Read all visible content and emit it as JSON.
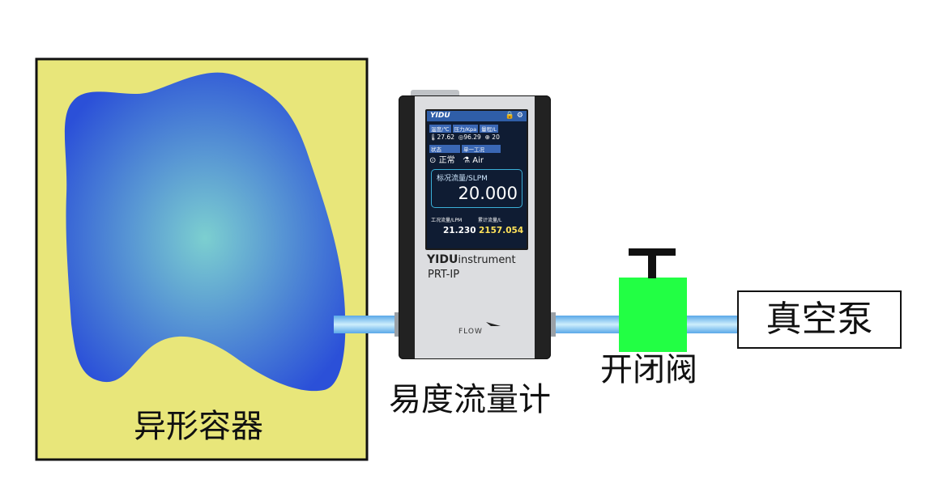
{
  "labels": {
    "container": "异形容器",
    "flowmeter": "易度流量计",
    "valve": "开闭阀",
    "pump": "真空泵"
  },
  "device": {
    "logo": "YIDU",
    "icons": "🔒 ⚙",
    "brand_bold": "YIDU",
    "brand_rest": "instrument",
    "model": "PRT-IP",
    "flow_mark": "FLOW",
    "screen": {
      "hdr_temp": "温度/℃",
      "hdr_pressure": "压力/Kpa",
      "hdr_range": "量程/L",
      "temp": "27.62",
      "pressure": "96.29",
      "range": "20",
      "status_label": "状态",
      "mode_label": "单一工况",
      "status": "正常",
      "gas": "Air",
      "std_flow_label": "标况流量/SLPM",
      "std_flow_value": "20.000",
      "work_flow_label": "工况流量/LPM",
      "total_label": "累计流量/L",
      "work_flow_value": "21.230",
      "total_value": "2157.054"
    }
  },
  "colors": {
    "container_bg": "#e8e67a",
    "blob_center": "#7ccfd0",
    "blob_edge": "#2b50d8",
    "pipe": "#8fd3f5",
    "valve": "#22ff44",
    "total_value": "#ffe25a"
  }
}
